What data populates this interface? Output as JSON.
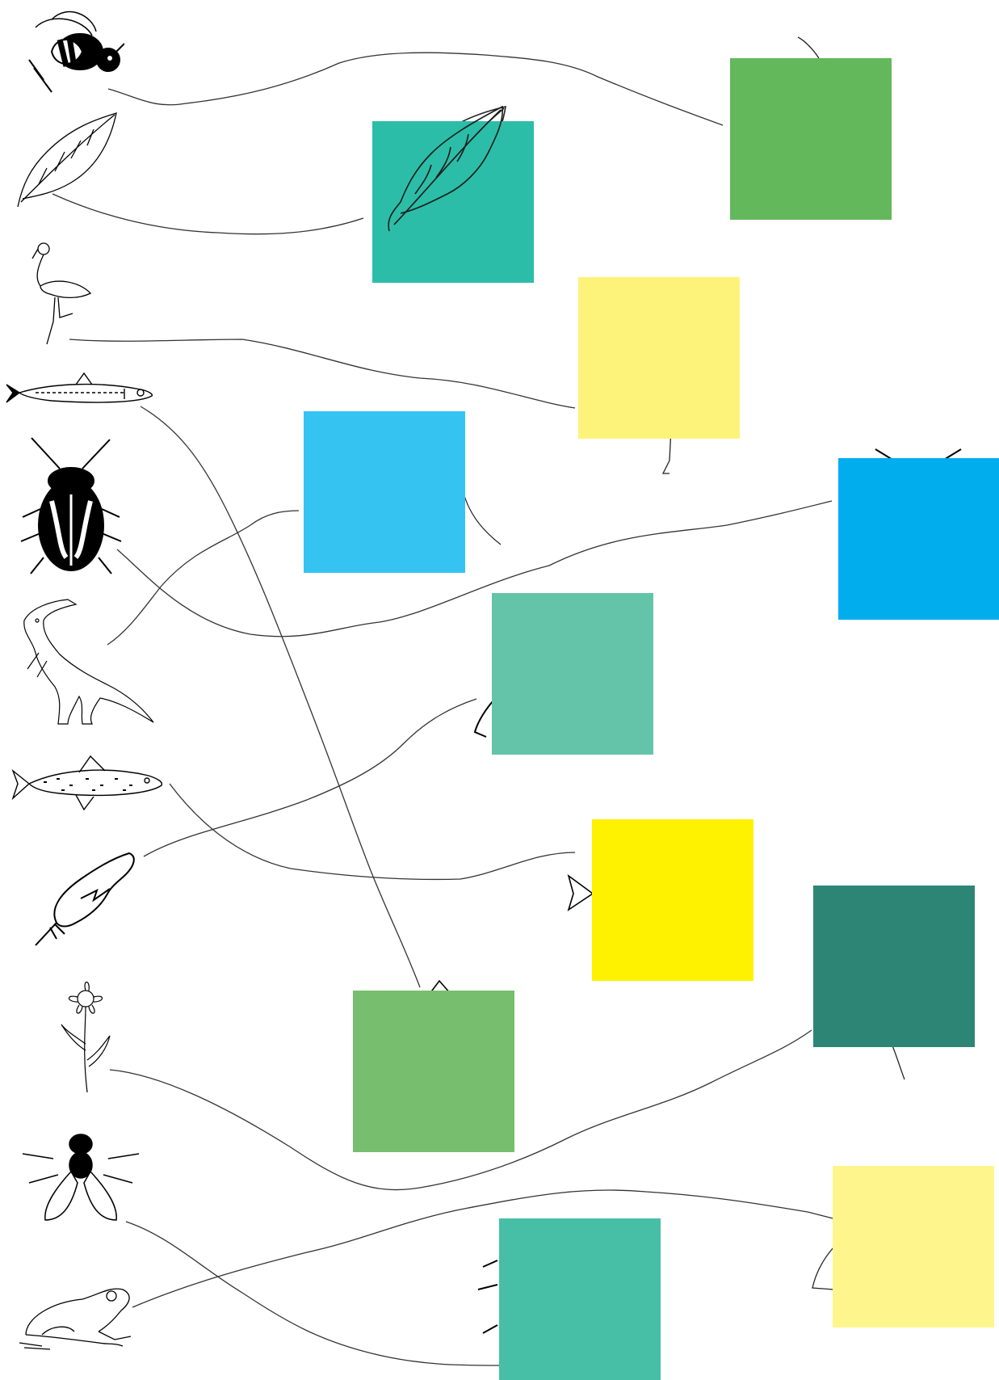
{
  "left_items": [
    {
      "name": "bee-icon",
      "kind": "bee"
    },
    {
      "name": "leaf-icon",
      "kind": "leaf"
    },
    {
      "name": "flamingo-icon",
      "kind": "flamingo"
    },
    {
      "name": "anchovy-fish-icon",
      "kind": "fish-small"
    },
    {
      "name": "beetle-icon",
      "kind": "beetle"
    },
    {
      "name": "dinosaur-icon",
      "kind": "dinosaur"
    },
    {
      "name": "trout-fish-icon",
      "kind": "fish-spotted"
    },
    {
      "name": "feather-icon",
      "kind": "feather"
    },
    {
      "name": "flower-icon",
      "kind": "flower"
    },
    {
      "name": "fly-icon",
      "kind": "fly"
    },
    {
      "name": "frog-icon",
      "kind": "frog"
    }
  ],
  "answer_boxes": [
    {
      "name": "answer-box-1",
      "color": "#63b85c"
    },
    {
      "name": "answer-box-2",
      "color": "#2bbda8"
    },
    {
      "name": "answer-box-3",
      "color": "#fdf37b"
    },
    {
      "name": "answer-box-4",
      "color": "#35c4f2"
    },
    {
      "name": "answer-box-5",
      "color": "#02adee"
    },
    {
      "name": "answer-box-6",
      "color": "#64c4a9"
    },
    {
      "name": "answer-box-7",
      "color": "#fff200"
    },
    {
      "name": "answer-box-8",
      "color": "#2d8675"
    },
    {
      "name": "answer-box-9",
      "color": "#77bf6e"
    },
    {
      "name": "answer-box-10",
      "color": "#fef68c"
    },
    {
      "name": "answer-box-11",
      "color": "#47bfa6"
    }
  ]
}
